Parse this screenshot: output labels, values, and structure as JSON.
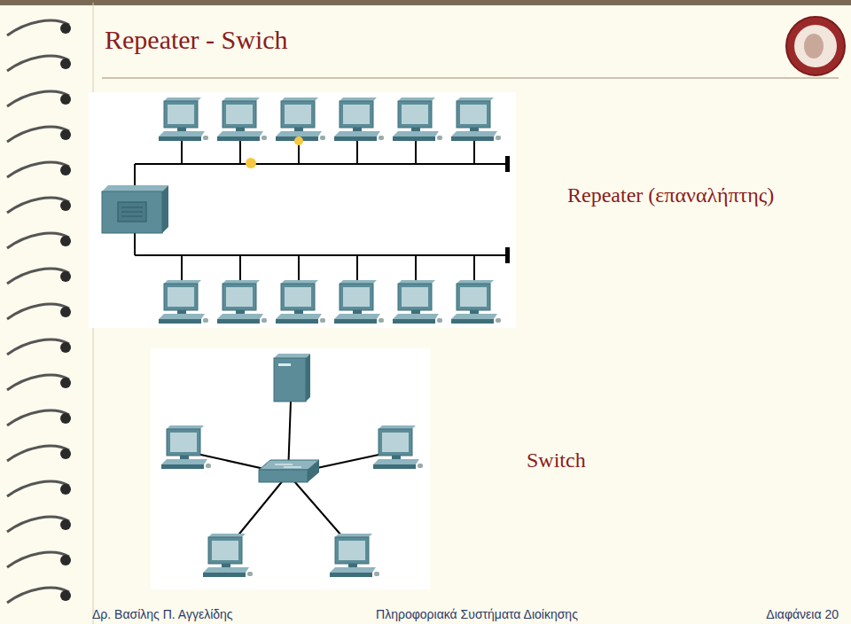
{
  "diagram": {
    "title": "Repeater - Swich",
    "labels": [
      "Repeater (επαναλήπτης)",
      "Switch",
      "Δρ. Βασίλης Π. Αγγελίδης",
      "Πληροφοριακά Συστήματα Διοίκησης",
      "Διαφάνεια 20"
    ]
  }
}
